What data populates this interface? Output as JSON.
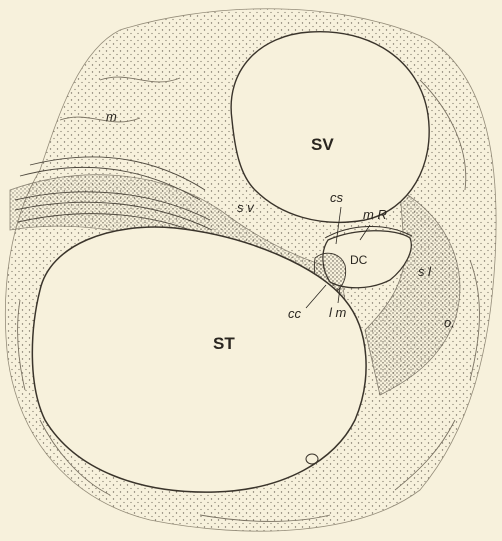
{
  "figure": {
    "labels": {
      "sv": "SV",
      "st": "ST",
      "dc": "DC",
      "cs": "cs",
      "mr": "m R",
      "cc": "cc",
      "lm": "l m",
      "sv2": "s v",
      "sl": "s l",
      "o": "o.",
      "m": "m"
    }
  }
}
